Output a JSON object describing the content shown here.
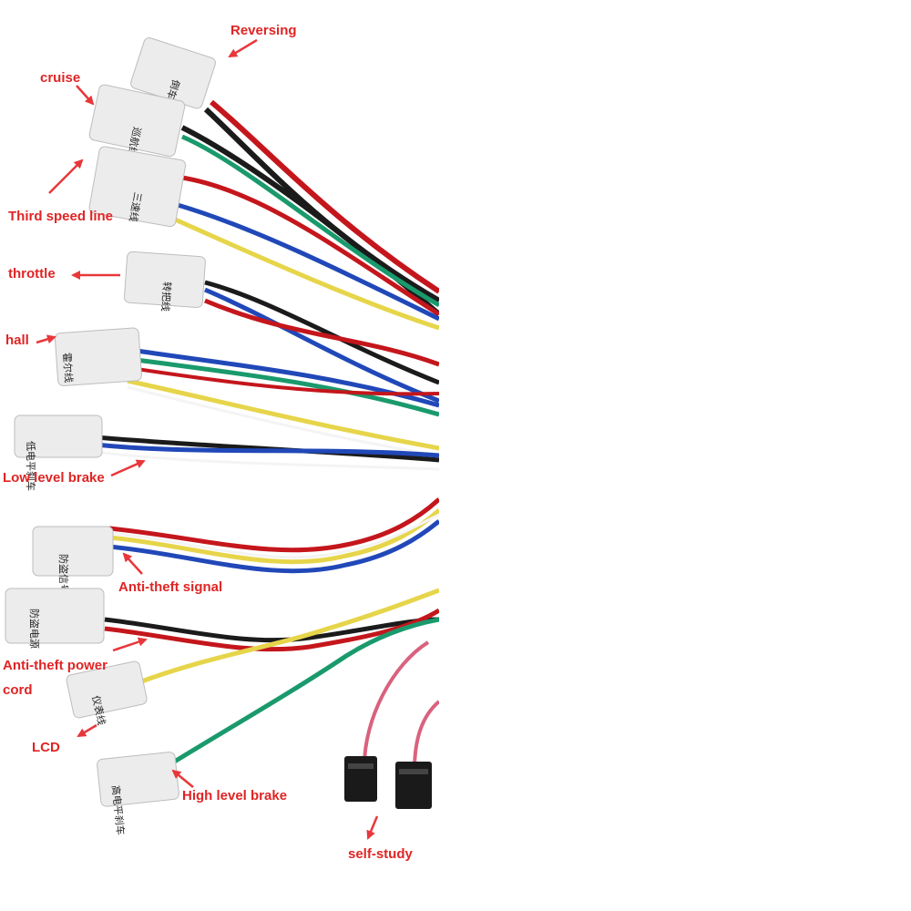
{
  "colors": {
    "label_red": "#e02424",
    "arrow_red": "#e8373a",
    "wire_red": "#c4161c",
    "wire_black": "#1b1b1b",
    "wire_green": "#1a9a6c",
    "wire_blue": "#2148b8",
    "wire_yellow": "#e6d54a",
    "wire_white": "#f4f4f4",
    "wire_pink": "#d9627e",
    "connector_white": "#ececec",
    "connector_black": "#1a1a1a",
    "background": "#ffffff"
  },
  "labels": {
    "reversing": "Reversing",
    "cruise": "cruise",
    "third_speed_line": "Third speed line",
    "throttle": "throttle",
    "hall": "hall",
    "low_level_brake": "Low level brake",
    "anti_theft_signal": "Anti-theft signal",
    "anti_theft_power_cord": "Anti-theft power cord",
    "lcd": "LCD",
    "high_level_brake": "High level brake",
    "self_study": "self-study"
  },
  "connector_text": {
    "reversing": "倒车线",
    "cruise": "巡航线",
    "third_speed": "三速线",
    "throttle": "转把线",
    "hall": "霍尔线",
    "low_level_brake": "低电平刹车",
    "anti_theft_signal": "防盗信号",
    "anti_theft_power": "防盗电源",
    "lcd": "仪表线",
    "high_level_brake": "高电平刹车"
  }
}
